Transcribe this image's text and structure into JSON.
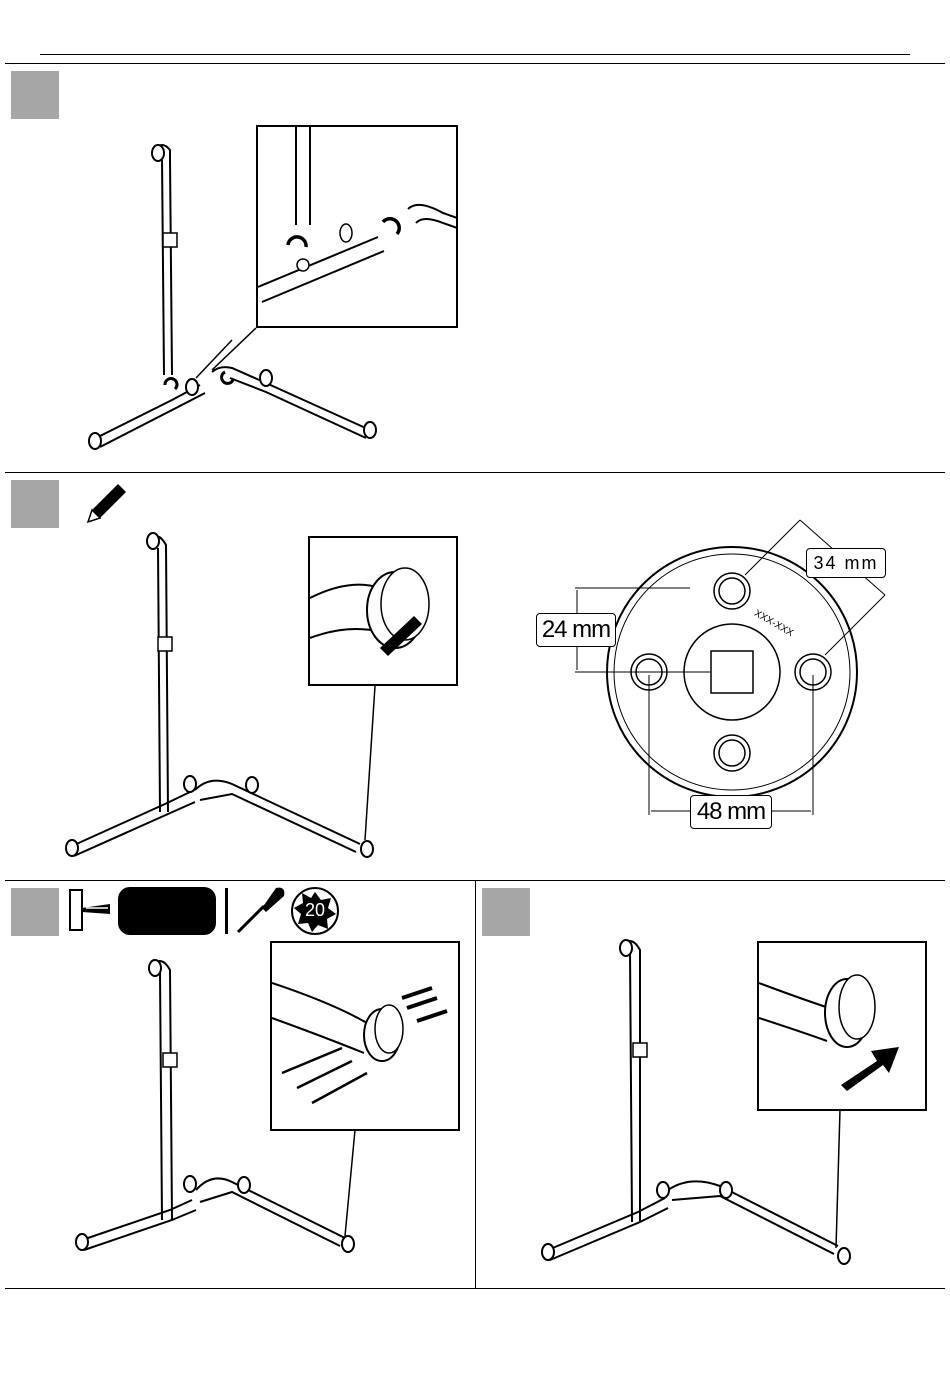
{
  "steps": [
    {
      "id": 1,
      "number": ""
    },
    {
      "id": 2,
      "number": ""
    },
    {
      "id": 3,
      "number": ""
    },
    {
      "id": 4,
      "number": ""
    }
  ],
  "dimensions": {
    "hole_spacing_diagonal": "34 mm",
    "hole_offset_vertical": "24 mm",
    "hole_spacing_horizontal": "48 mm",
    "plate_marking": "XXX-XXX"
  },
  "tools": {
    "pencil_icon": "pencil-icon",
    "drill_icon": "drill-icon",
    "drill_bit_badge": "",
    "screwdriver_icon": "screwdriver-icon",
    "torx_size": "20"
  },
  "colors": {
    "step_box": "#a6a6a6",
    "line": "#000000"
  }
}
